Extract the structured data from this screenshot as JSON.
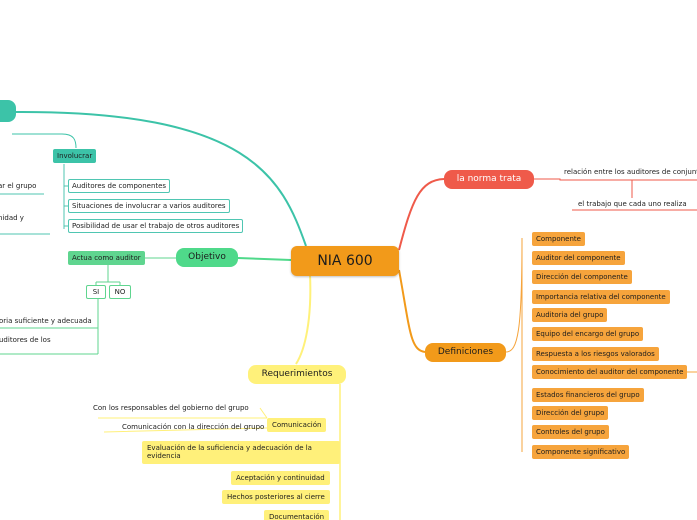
{
  "center": {
    "title": "NIA 600"
  },
  "la_norma_trata": {
    "label": "la norma trata",
    "items": [
      "relación entre los auditores de conjunto",
      "el trabajo que cada uno realiza"
    ]
  },
  "definiciones": {
    "label": "Definiciones",
    "items": [
      "Componente",
      "Auditor del componente",
      "Dirección del componente",
      "Importancia relativa del componente",
      "Auditoria del grupo",
      "Equipo del encargo del grupo",
      "Respuesta a los riesgos valorados",
      "Conocimiento del auditor del componente",
      "Estados financieros del grupo",
      "Dirección del grupo",
      "Controles del grupo",
      "Componente significativo"
    ]
  },
  "requerimientos": {
    "label": "Requerimientos",
    "comunicacion": {
      "label": "Comunicación",
      "items": [
        "Con los responsables del gobierno del grupo",
        "Comunicación con la dirección del grupo"
      ]
    },
    "items": [
      "Evaluación de la suficiencia y adecuación de la evidencia",
      "Aceptación y continuidad",
      "Hechos posteriores al cierre",
      "Documentación"
    ]
  },
  "objetivo": {
    "label": "Objetivo",
    "actua": {
      "label": "Actua como auditor",
      "options": [
        "SI",
        "NO"
      ],
      "fragments": [
        "oria suficiente y adecuada",
        "uditores de los"
      ]
    }
  },
  "involucrar": {
    "label": "Involucrar",
    "items": [
      "Auditores de componentes",
      "Situaciones de involucrar a varios auditores",
      "Posibilidad de usar el trabajo de otros auditores"
    ],
    "fragments": [
      "ar el grupo",
      "nidad y"
    ]
  }
}
